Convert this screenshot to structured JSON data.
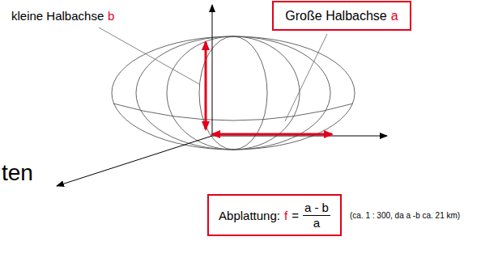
{
  "diagram": {
    "nodes": [
      {
        "text": [
          "Große Halbachse",
          "a"
        ]
      },
      {
        "text": [
          "Abplattung:",
          "f",
          "=",
          "a - b",
          "a"
        ]
      }
    ],
    "labels": [
      "kleine Halbachse",
      "b",
      "(ca. 1 : 300, da a -b ca. 21 km)",
      "ten"
    ]
  }
}
